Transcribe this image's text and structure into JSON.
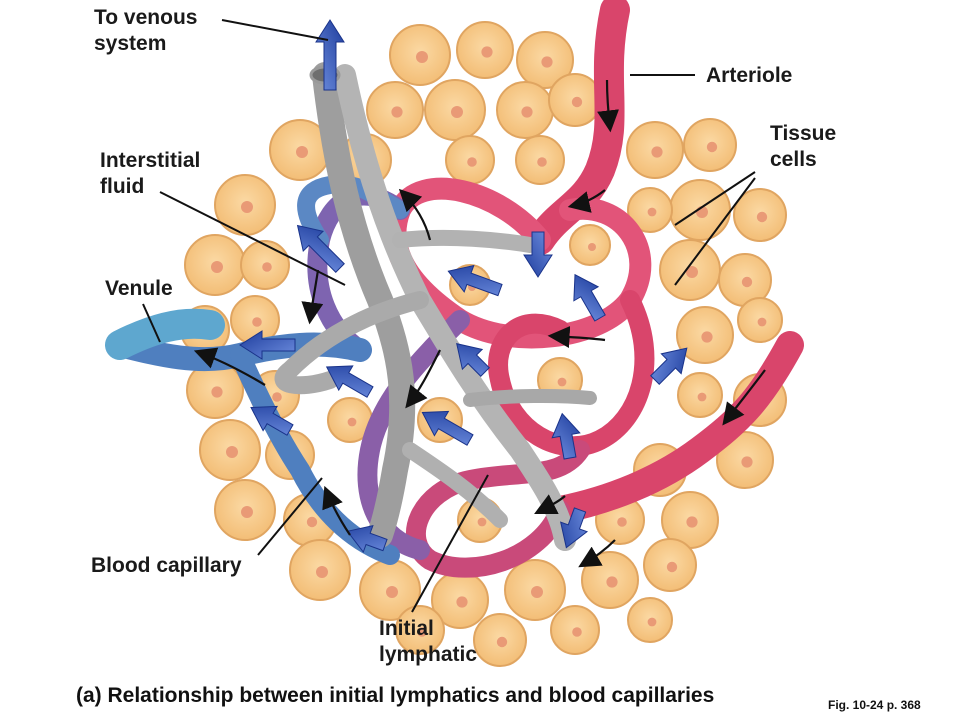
{
  "labels": {
    "to_venous_1": "To venous",
    "to_venous_2": "system",
    "arteriole": "Arteriole",
    "tissue_1": "Tissue",
    "tissue_2": "cells",
    "interstitial_1": "Interstitial",
    "interstitial_2": "fluid",
    "venule": "Venule",
    "blood_capillary": "Blood capillary",
    "initial_1": "Initial",
    "initial_2": "lymphatic"
  },
  "caption": "(a) Relationship between initial lymphatics and blood capillaries",
  "figure_ref": "Fig. 10-24 p. 368",
  "colors": {
    "tissue_cell": "#f7c98a",
    "tissue_cell_edge": "#e0a561",
    "cell_nucleus": "#e99a76",
    "arterial": "#d9456b",
    "venous": "#4f7fbf",
    "mixed": "#8a5fa8",
    "lymphatic": "#a9a9a9",
    "flow_arrow": "#2a4fb0"
  }
}
